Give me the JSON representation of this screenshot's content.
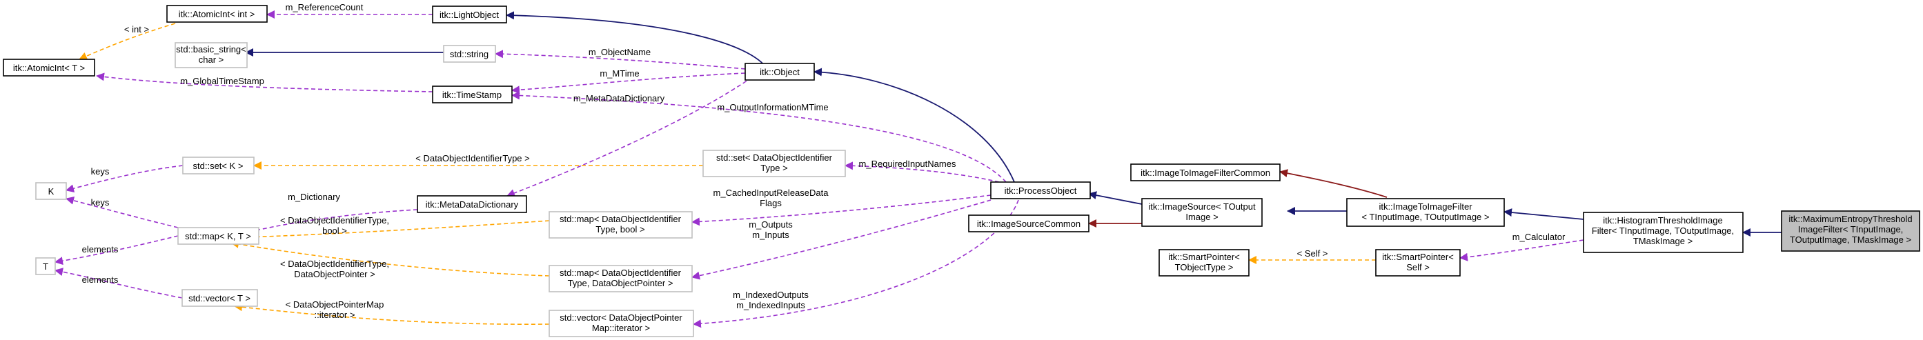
{
  "colors": {
    "inheritance": "#191970",
    "private_inheritance": "#8b1a1a",
    "usage": "#9a32cd",
    "template": "#ffa500",
    "focus_fill": "#bfbfbf"
  },
  "nodes": {
    "atomicint_int": [
      "itk::AtomicInt< int >"
    ],
    "lightobject": [
      "itk::LightObject"
    ],
    "atomicint_t": [
      "itk::AtomicInt< T >"
    ],
    "basic_string": [
      "std::basic_string<",
      "char >"
    ],
    "std_string": [
      "std::string"
    ],
    "object": [
      "itk::Object"
    ],
    "timestamp": [
      "itk::TimeStamp"
    ],
    "k": [
      "K"
    ],
    "set_k": [
      "std::set< K >"
    ],
    "set_doid": [
      "std::set< DataObjectIdentifier",
      "Type >"
    ],
    "metadatadict": [
      "itk::MetaDataDictionary"
    ],
    "processobject": [
      "itk::ProcessObject"
    ],
    "imagesourcecommon": [
      "itk::ImageSourceCommon"
    ],
    "imagesource": [
      "itk::ImageSource< TOutput",
      "Image >"
    ],
    "i2ifiltercommon": [
      "itk::ImageToImageFilterCommon"
    ],
    "i2ifilter": [
      "itk::ImageToImageFilter",
      "< TInputImage, TOutputImage >"
    ],
    "map_kt": [
      "std::map< K, T >"
    ],
    "map_bool": [
      "std::map< DataObjectIdentifier",
      "Type, bool >"
    ],
    "map_ptr": [
      "std::map< DataObjectIdentifier",
      "Type, DataObjectPointer >"
    ],
    "t": [
      "T"
    ],
    "vector_t": [
      "std::vector< T >"
    ],
    "vector_iter": [
      "std::vector< DataObjectPointer",
      "Map::iterator >"
    ],
    "smartptr_t": [
      "itk::SmartPointer<",
      "TObjectType >"
    ],
    "smartptr_self": [
      "itk::SmartPointer<",
      "Self >"
    ],
    "histogram": [
      "itk::HistogramThresholdImage",
      "Filter< TInputImage, TOutputImage,",
      "TMaskImage >"
    ],
    "maxentropy": [
      "itk::MaximumEntropyThreshold",
      "ImageFilter< TInputImage,",
      "TOutputImage, TMaskImage >"
    ]
  },
  "edge_labels": {
    "m_reference_count": [
      "m_ReferenceCount"
    ],
    "int_tmpl": [
      "< int >"
    ],
    "m_object_name": [
      "m_ObjectName"
    ],
    "m_mtime": [
      "m_MTime"
    ],
    "m_global_timestamp": [
      "m_GlobalTimeStamp"
    ],
    "m_metadata_dictionary": [
      "m_MetaDataDictionary"
    ],
    "m_output_info_mtime": [
      "m_OutputInformationMTime"
    ],
    "doid_type_tmpl": [
      "< DataObjectIdentifierType >"
    ],
    "m_required_input_names": [
      "m_RequiredInputNames"
    ],
    "keys_set": [
      "keys"
    ],
    "keys_map": [
      "keys"
    ],
    "m_dictionary": [
      "m_Dictionary"
    ],
    "m_cached_input_release": [
      "m_CachedInputReleaseData",
      "Flags"
    ],
    "doid_bool_tmpl": [
      "< DataObjectIdentifierType,",
      "bool >"
    ],
    "m_outputs_inputs": [
      "m_Outputs",
      "m_Inputs"
    ],
    "doid_ptr_tmpl": [
      "< DataObjectIdentifierType,",
      "DataObjectPointer >"
    ],
    "elements_map": [
      "elements"
    ],
    "elements_vector": [
      "elements"
    ],
    "m_indexed": [
      "m_IndexedOutputs",
      "m_IndexedInputs"
    ],
    "ptrmap_iter_tmpl": [
      "< DataObjectPointerMap",
      "::iterator >"
    ],
    "self_tmpl": [
      "< Self >"
    ],
    "m_calculator": [
      "m_Calculator"
    ]
  }
}
